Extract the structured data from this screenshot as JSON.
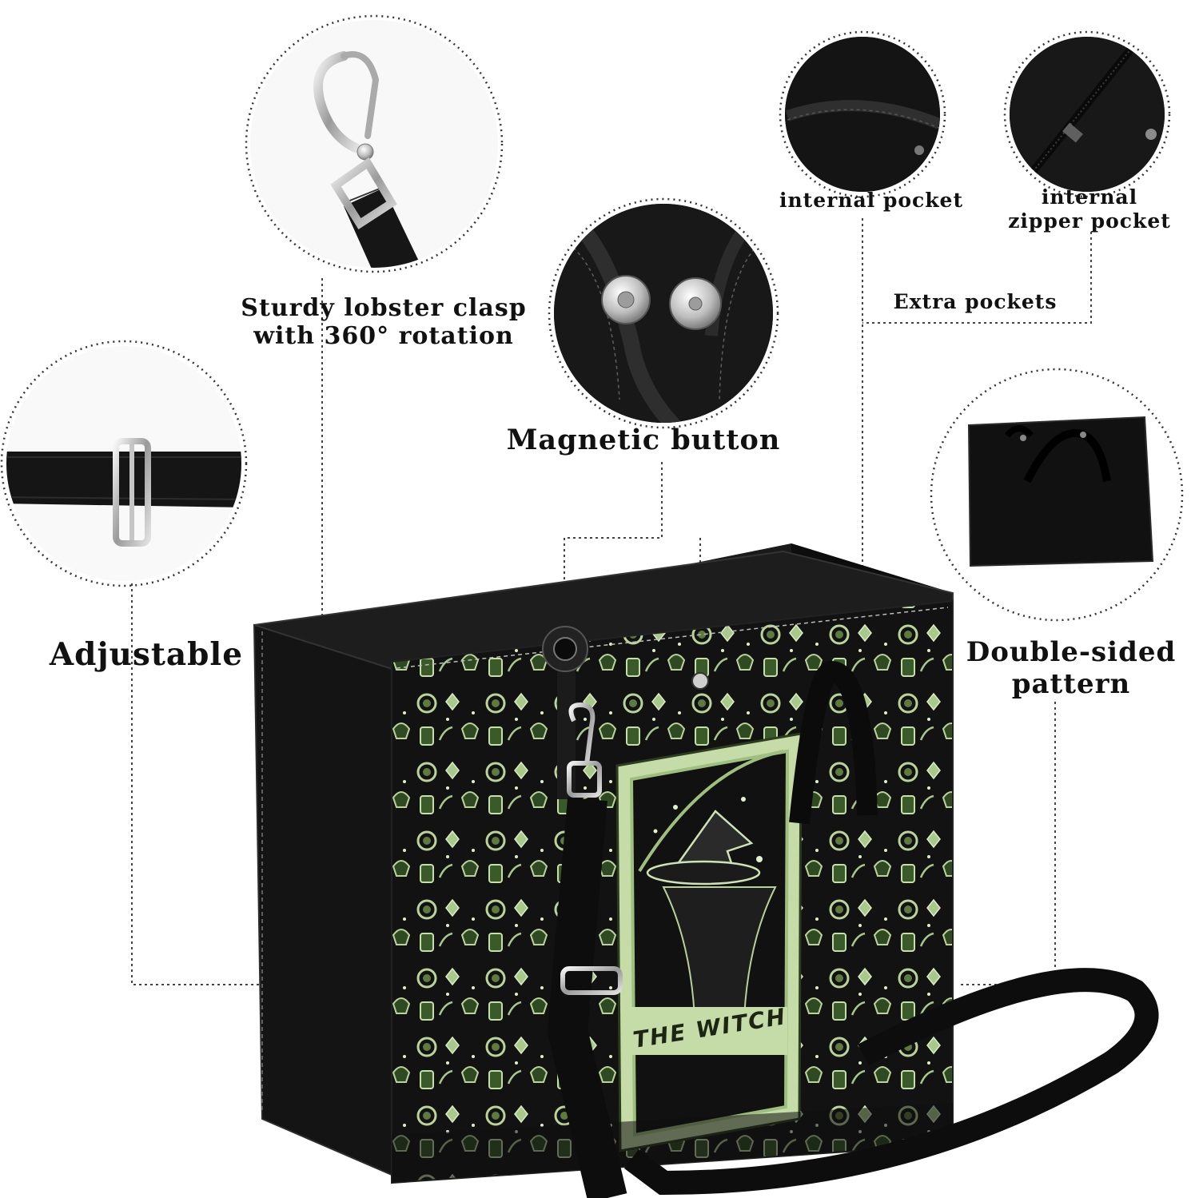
{
  "labels": {
    "clasp_line1": "Sturdy lobster clasp",
    "clasp_line2": "with 360° rotation",
    "magnetic": "Magnetic button",
    "adjustable": "Adjustable",
    "internal_pocket": "internal pocket",
    "zipper_line1": "internal",
    "zipper_line2": "zipper pocket",
    "extra_pockets": "Extra pockets",
    "double_line1": "Double-sided",
    "double_line2": "pattern"
  },
  "bag_print": {
    "card_title": "THE WITCH"
  },
  "colors": {
    "bag_body": "#111111",
    "pattern_green": "#b9d39b",
    "pattern_dark_green": "#304a22",
    "dotted_line": "#444444"
  },
  "icons": [
    "lobster-clasp-icon",
    "magnetic-snap-icon",
    "strap-slider-icon",
    "internal-pocket-icon",
    "zipper-icon",
    "folded-bag-icon"
  ]
}
